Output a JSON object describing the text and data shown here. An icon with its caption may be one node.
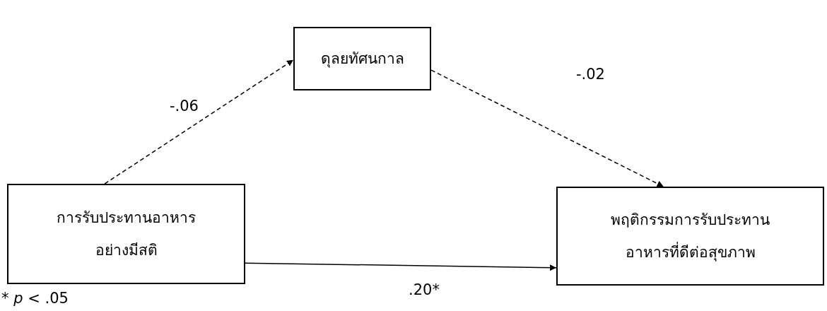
{
  "diagram": {
    "nodes": [
      {
        "text": [
          "ดุลยทัศนกาล"
        ]
      },
      {
        "text": [
          "การรับประทานอาหารอย่างมีสติ"
        ]
      },
      {
        "text": [
          "พฤติกรรมการรับประทานอาหารที่ดีต่อสุขภาพ"
        ]
      }
    ],
    "edges": [
      {
        "from": 1,
        "to": 0,
        "arrow": "to",
        "label": "-.06",
        "style": "dashed"
      },
      {
        "from": 0,
        "to": 2,
        "arrow": "to",
        "label": "-.02",
        "style": "dashed"
      },
      {
        "from": 1,
        "to": 2,
        "arrow": "to",
        "label": ".20*"
      }
    ],
    "labels": [
      "* *p* < .05"
    ]
  }
}
